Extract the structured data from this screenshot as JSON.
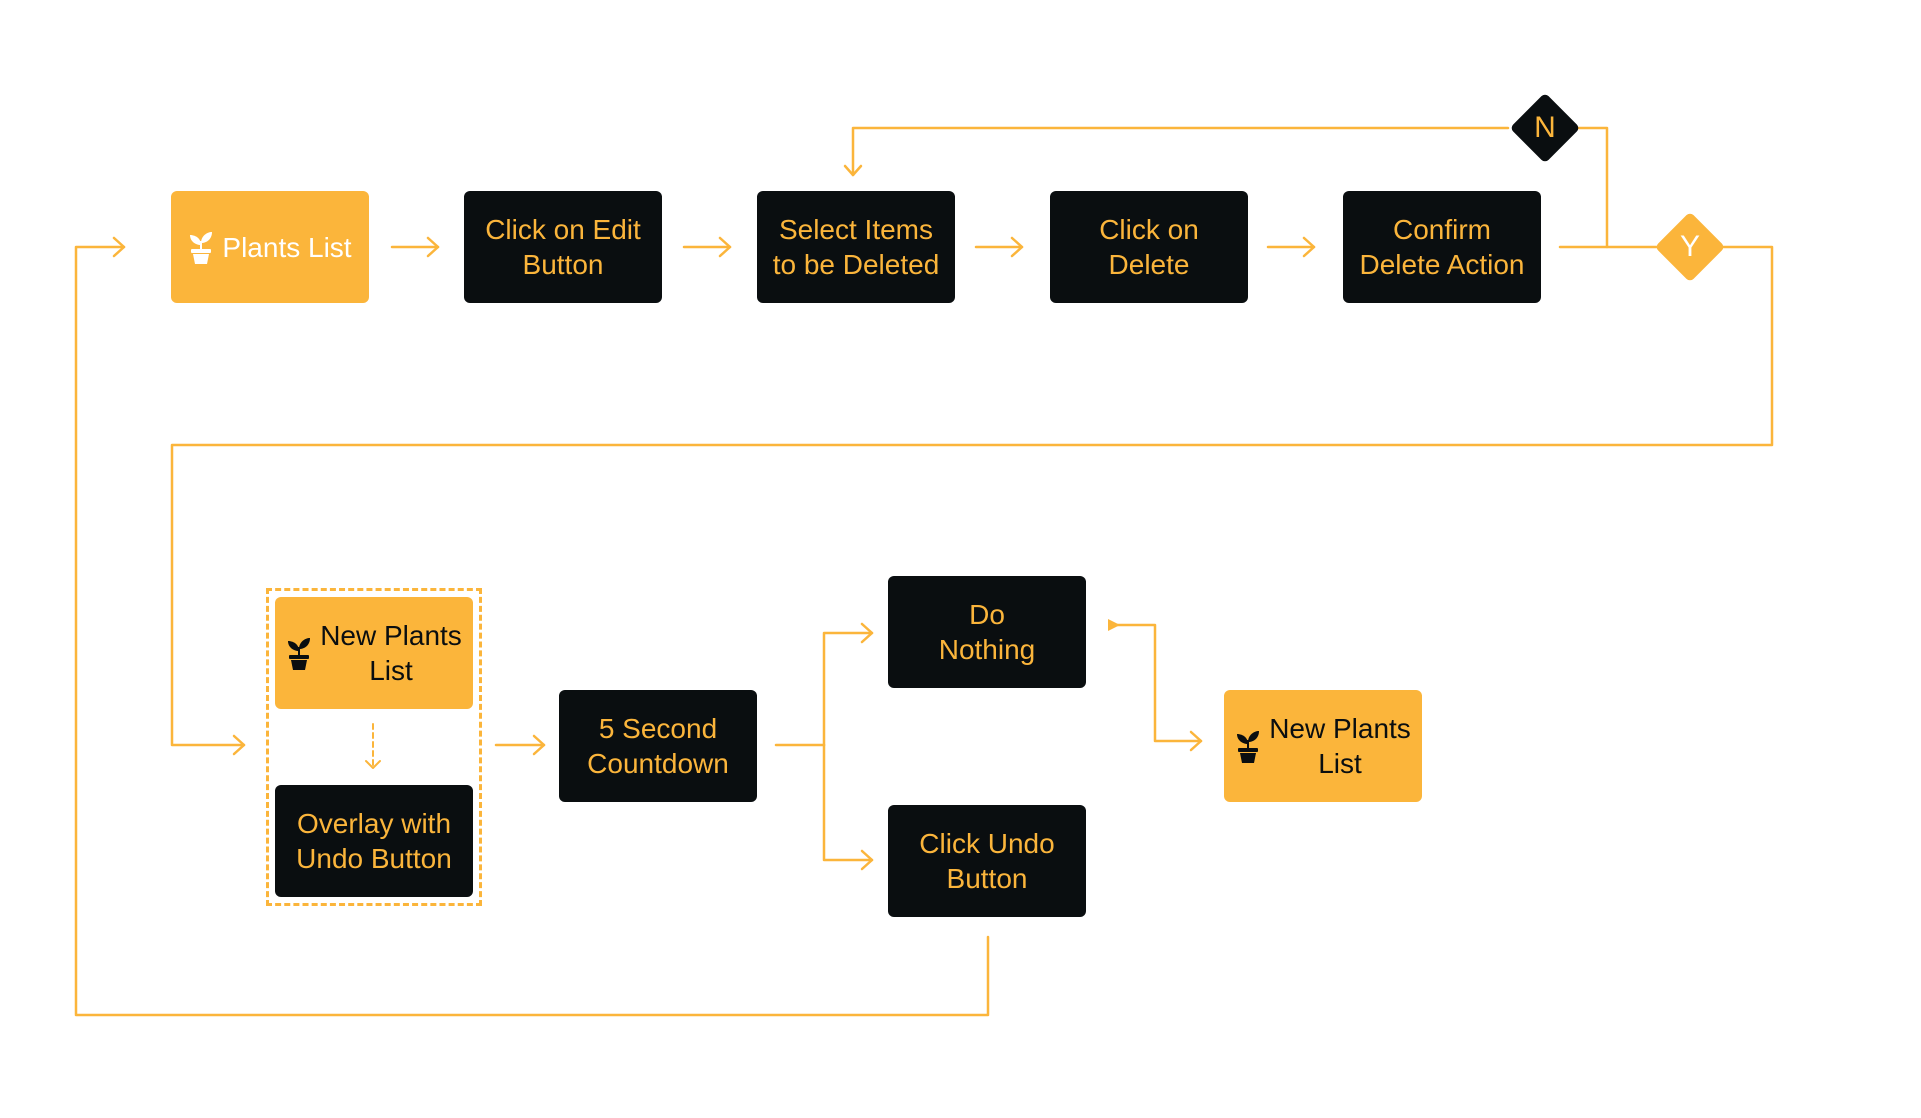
{
  "colors": {
    "accent": "#fbb53b",
    "dark": "#0a0e10",
    "white": "#ffffff"
  },
  "nodes": {
    "plants_list": {
      "label": "Plants List",
      "icon": "plant-pot-icon"
    },
    "click_edit": {
      "label": "Click on Edit\nButton"
    },
    "select_items": {
      "label": "Select Items\nto be Deleted"
    },
    "click_delete": {
      "label": "Click on\nDelete"
    },
    "confirm_delete": {
      "label": "Confirm\nDelete Action"
    },
    "new_plants_list_1": {
      "label": "New Plants\nList",
      "icon": "plant-pot-icon"
    },
    "overlay_undo": {
      "label": "Overlay with\nUndo Button"
    },
    "countdown": {
      "label": "5 Second\nCountdown"
    },
    "do_nothing": {
      "label": "Do\nNothing"
    },
    "click_undo": {
      "label": "Click Undo\nButton"
    },
    "new_plants_list_2": {
      "label": "New Plants\nList",
      "icon": "plant-pot-icon"
    }
  },
  "decisions": {
    "no": {
      "label": "N"
    },
    "yes": {
      "label": "Y"
    }
  }
}
